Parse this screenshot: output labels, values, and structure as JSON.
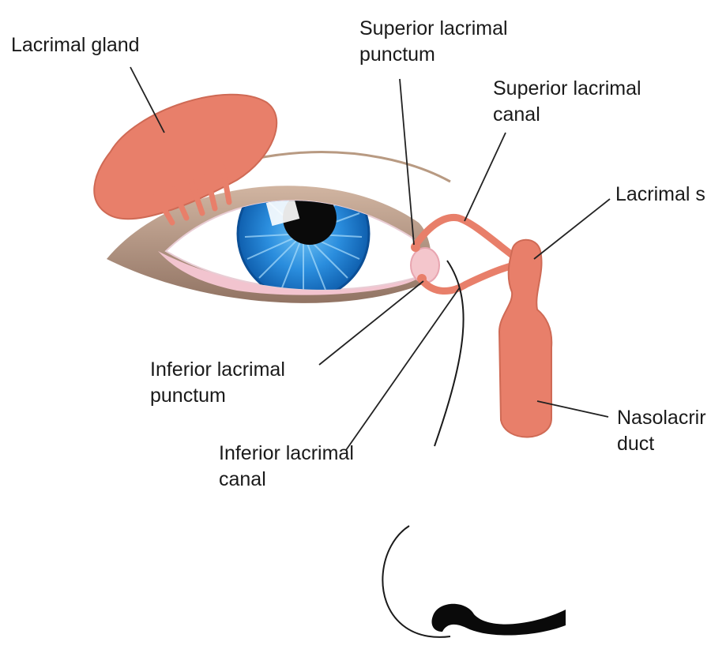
{
  "labels": {
    "lacrimal_gland": "Lacrimal gland",
    "superior_punctum": [
      "Superior lacrimal",
      "punctum"
    ],
    "superior_canal": [
      "Superior lacrimal",
      "canal"
    ],
    "lacrimal_sac": "Lacrimal s",
    "inferior_punctum": [
      "Inferior lacrimal",
      "punctum"
    ],
    "inferior_canal": [
      "Inferior lacrimal",
      "canal"
    ],
    "nasolacrimal_duct": [
      "Nasolacrir",
      "duct"
    ]
  },
  "colors": {
    "duct": "#e87f6a",
    "duct_outline": "#cf6a55",
    "iris": "#1f7fd0",
    "iris_dark": "#0d5aa8",
    "pupil": "#0a0a0a",
    "caruncle": "#f4c6cc",
    "eyelid_shadow": "#9a7560",
    "leader_line": "#222222"
  }
}
